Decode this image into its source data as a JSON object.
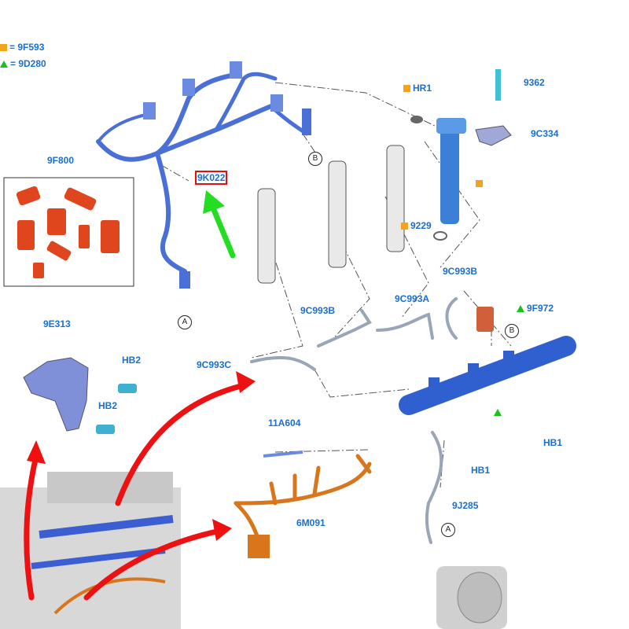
{
  "legend": {
    "square_label": "= 9F593",
    "triangle_label": "= 9D280"
  },
  "labels": {
    "kit_9f800": "9F800",
    "harness_9k022": "9K022",
    "bracket_9e313": "9E313",
    "bolt_hb2_top": "HB2",
    "bolt_hb2_bottom": "HB2",
    "clip_hr1": "HR1",
    "bolt_9362": "9362",
    "clamp_9c334": "9C334",
    "washer_9229": "9229",
    "pipe_9c993b_upper": "9C993B",
    "pipe_9c993a": "9C993A",
    "pipe_9c993b_lower": "9C993B",
    "pipe_9c993c": "9C993C",
    "sensor_9f972": "9F972",
    "bolt_hb1_left": "HB1",
    "bolt_hb1_right": "HB1",
    "pipe_9j285": "9J285",
    "harness_11a604": "11A604",
    "harness_6m091": "6M091"
  },
  "callouts": {
    "a_upper": "A",
    "a_lower": "A",
    "b_upper": "B",
    "b_lower": "B"
  },
  "colors": {
    "label_blue": "#1b6fd1",
    "part_blue": "#4a6fd6",
    "part_orange": "#d9761c",
    "part_red": "#e0461e",
    "arrow_red": "#ee1111",
    "arrow_green": "#22dd22",
    "square_marker": "#f7a21b",
    "triangle_marker": "#19c21a"
  }
}
